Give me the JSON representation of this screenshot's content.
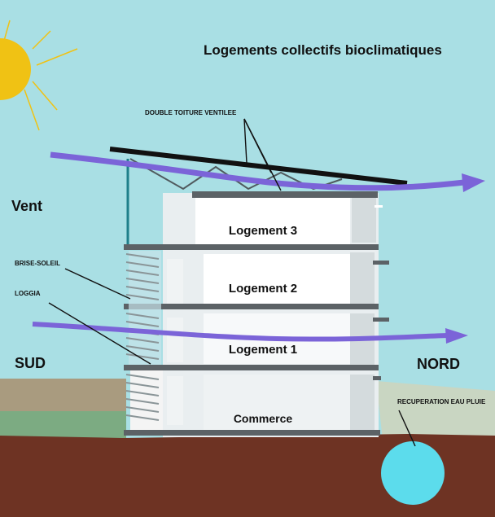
{
  "title": "Logements collectifs bioclimatiques",
  "labels": {
    "wind": "Vent",
    "south": "SUD",
    "north": "NORD",
    "double_roof": "DOUBLE TOITURE VENTILEE",
    "brise_soleil": "BRISE-SOLEIL",
    "loggia": "LOGGIA",
    "rain": "RECUPERATION EAU PLUIE"
  },
  "floors": [
    {
      "name": "Logement 3"
    },
    {
      "name": "Logement 2"
    },
    {
      "name": "Logement 1"
    },
    {
      "name": "Commerce"
    }
  ],
  "colors": {
    "sky": "#a9dfe4",
    "sun": "#f0c214",
    "soil": "#6e3323",
    "grass": "#7cab82",
    "wind_arrow": "#7b64d8",
    "tank": "#5cdcec"
  },
  "icons": {
    "sun": "sun-icon",
    "tank": "rain-tank-icon"
  }
}
